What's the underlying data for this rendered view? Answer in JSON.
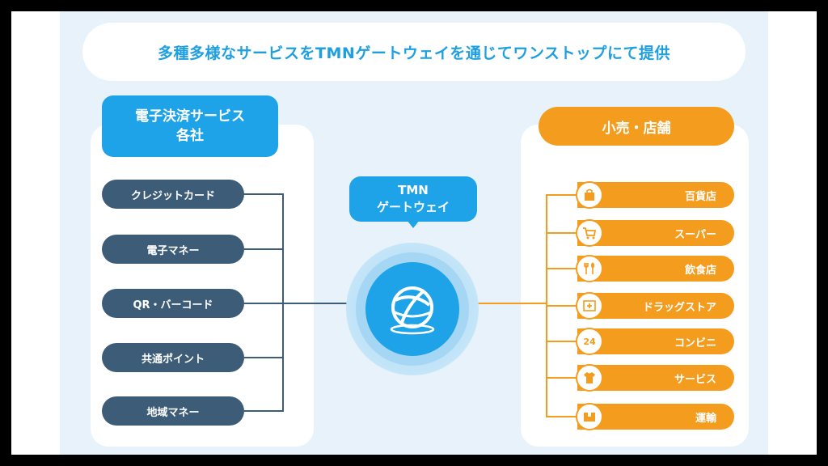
{
  "banner": {
    "text": "多種多様なサービスをTMNゲートウェイを通じてワンストップにて提供"
  },
  "left": {
    "heading_line1": "電子決済サービス",
    "heading_line2": "各社",
    "items": [
      "クレジットカード",
      "電子マネー",
      "QR・バーコード",
      "共通ポイント",
      "地域マネー"
    ]
  },
  "center": {
    "line1": "TMN",
    "line2": "ゲートウェイ"
  },
  "right": {
    "heading": "小売・店舗",
    "items": [
      {
        "label": "百貨店",
        "icon": "shopping-bag-icon"
      },
      {
        "label": "スーパー",
        "icon": "shopping-cart-icon"
      },
      {
        "label": "飲食店",
        "icon": "fork-spoon-icon"
      },
      {
        "label": "ドラッグストア",
        "icon": "medicine-box-icon"
      },
      {
        "label": "コンビニ",
        "icon": "24h-icon",
        "icon_text": "24"
      },
      {
        "label": "サービス",
        "icon": "shirt-icon"
      },
      {
        "label": "運輸",
        "icon": "package-icon"
      }
    ]
  },
  "colors": {
    "blue": "#1ea3e8",
    "navy": "#3c5c78",
    "orange": "#f39c1d",
    "panel": "#e7f2fa"
  }
}
